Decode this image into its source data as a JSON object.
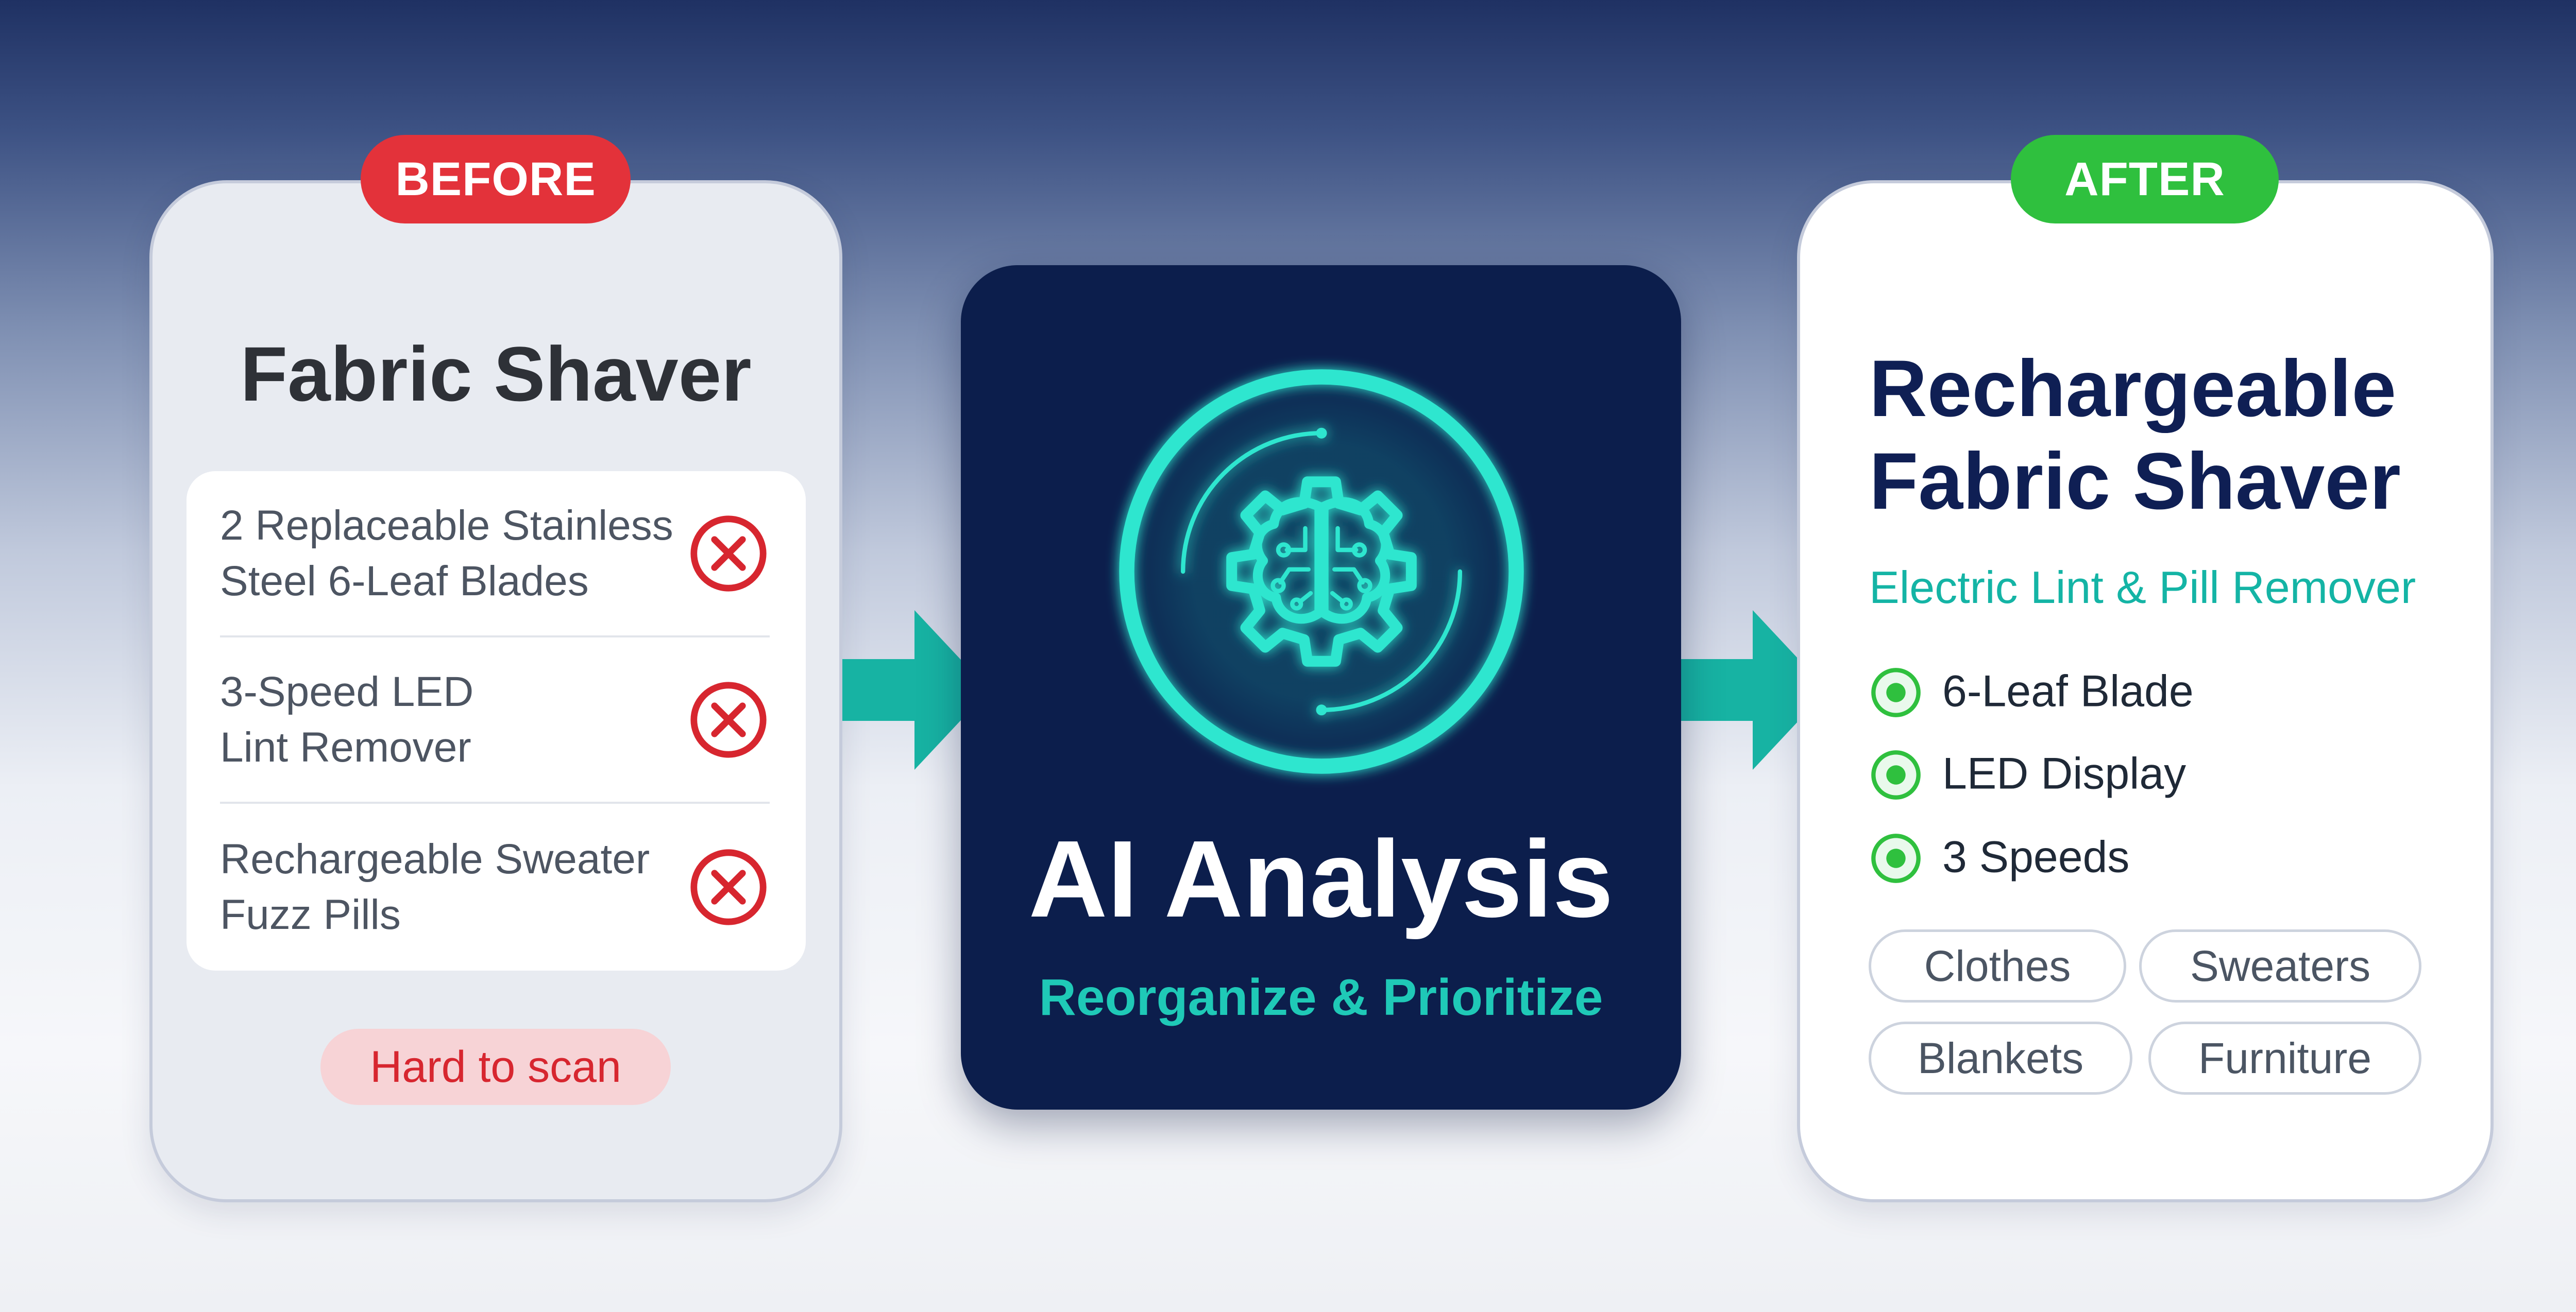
{
  "before": {
    "badge": "BEFORE",
    "title": "Fabric Shaver",
    "items": [
      {
        "line1": "2 Replaceable Stainless",
        "line2": "Steel 6-Leaf Blades",
        "icon": "x-circle-icon"
      },
      {
        "line1": "3-Speed LED",
        "line2": "Lint Remover",
        "icon": "x-circle-icon"
      },
      {
        "line1": "Rechargeable Sweater",
        "line2": "Fuzz Pills",
        "icon": "x-circle-icon"
      }
    ],
    "status": "Hard to scan"
  },
  "center": {
    "icon": "brain-gear-circuit-icon",
    "title": "AI Analysis",
    "subtitle": "Reorganize & Prioritize"
  },
  "after": {
    "badge": "AFTER",
    "title_line1": "Rechargeable",
    "title_line2": "Fabric Shaver",
    "subtitle": "Electric Lint & Pill Remover",
    "features": [
      {
        "label": "6-Leaf Blade",
        "icon": "check-dot-icon"
      },
      {
        "label": "LED Display",
        "icon": "check-dot-icon"
      },
      {
        "label": "3 Speeds",
        "icon": "check-dot-icon"
      }
    ],
    "tags": [
      "Clothes",
      "Sweaters",
      "Blankets",
      "Furniture"
    ]
  },
  "colors": {
    "before_badge": "#e3323a",
    "after_badge": "#2fc03e",
    "accent_teal": "#1fc9b7",
    "navy": "#0c1e4c",
    "error_red": "#d7262f",
    "success_green": "#2fc03e"
  }
}
